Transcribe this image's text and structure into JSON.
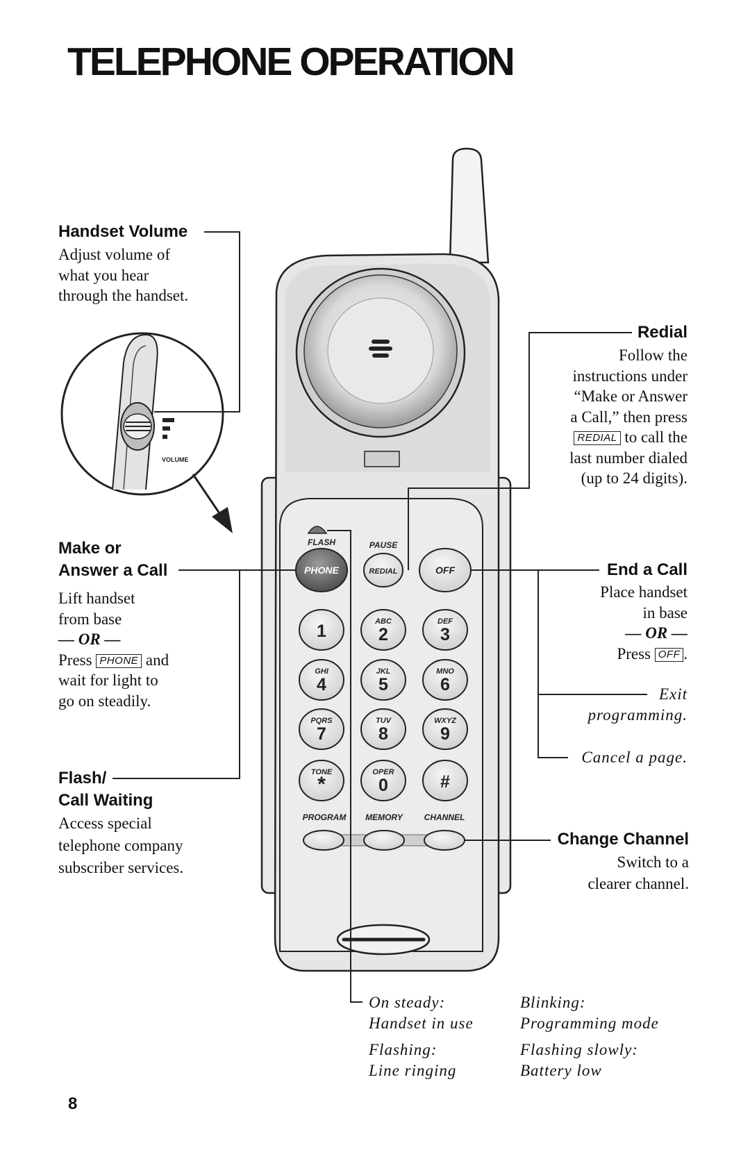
{
  "title": "TELEPHONE OPERATION",
  "page_number": "8",
  "handset_volume": {
    "heading": "Handset Volume",
    "lines": [
      "Adjust volume of",
      "what you hear",
      "through the handset."
    ],
    "volume_label": "VOLUME"
  },
  "make_answer": {
    "heading_line1": "Make or",
    "heading_line2": "Answer a Call",
    "lines": [
      "Lift handset",
      "from base"
    ],
    "or": "— OR —",
    "press": "Press",
    "key": "PHONE",
    "after_key": "and",
    "lines2": [
      "wait for light to",
      "go on steadily."
    ]
  },
  "flash": {
    "heading_line1": "Flash/",
    "heading_line2": "Call Waiting",
    "lines": [
      "Access special",
      "telephone company",
      "subscriber services."
    ]
  },
  "redial": {
    "heading": "Redial",
    "lines": [
      "Follow the",
      "instructions under",
      "“Make or Answer",
      "a Call,” then press"
    ],
    "key": "REDIAL",
    "after_key": "to call the",
    "lines2": [
      "last number dialed",
      "(up to 24 digits)."
    ]
  },
  "end_call": {
    "heading": "End a Call",
    "lines": [
      "Place handset",
      "in base"
    ],
    "or": "— OR —",
    "press": "Press",
    "key": "OFF",
    "after_key": ".",
    "exit_line1": "Exit",
    "exit_line2": "programming.",
    "cancel": "Cancel a page."
  },
  "change_channel": {
    "heading": "Change Channel",
    "lines": [
      "Switch to a",
      "clearer channel."
    ]
  },
  "indicator_legend": [
    {
      "state": "On steady:",
      "meaning": "Handset in use"
    },
    {
      "state": "Blinking:",
      "meaning": "Programming mode"
    },
    {
      "state": "Flashing:",
      "meaning": "Line ringing"
    },
    {
      "state": "Flashing slowly:",
      "meaning": "Battery low"
    }
  ],
  "phone_labels": {
    "flash": "FLASH",
    "pause": "PAUSE",
    "phone": "PHONE",
    "redial": "REDIAL",
    "off": "OFF",
    "program": "PROGRAM",
    "memory": "MEMORY",
    "channel": "CHANNEL"
  },
  "keypad": [
    {
      "digit": "1",
      "letters": ""
    },
    {
      "digit": "2",
      "letters": "ABC"
    },
    {
      "digit": "3",
      "letters": "DEF"
    },
    {
      "digit": "4",
      "letters": "GHI"
    },
    {
      "digit": "5",
      "letters": "JKL"
    },
    {
      "digit": "6",
      "letters": "MNO"
    },
    {
      "digit": "7",
      "letters": "PQRS"
    },
    {
      "digit": "8",
      "letters": "TUV"
    },
    {
      "digit": "9",
      "letters": "WXYZ"
    },
    {
      "digit": "*",
      "letters": "TONE"
    },
    {
      "digit": "0",
      "letters": "OPER"
    },
    {
      "digit": "#",
      "letters": ""
    }
  ]
}
